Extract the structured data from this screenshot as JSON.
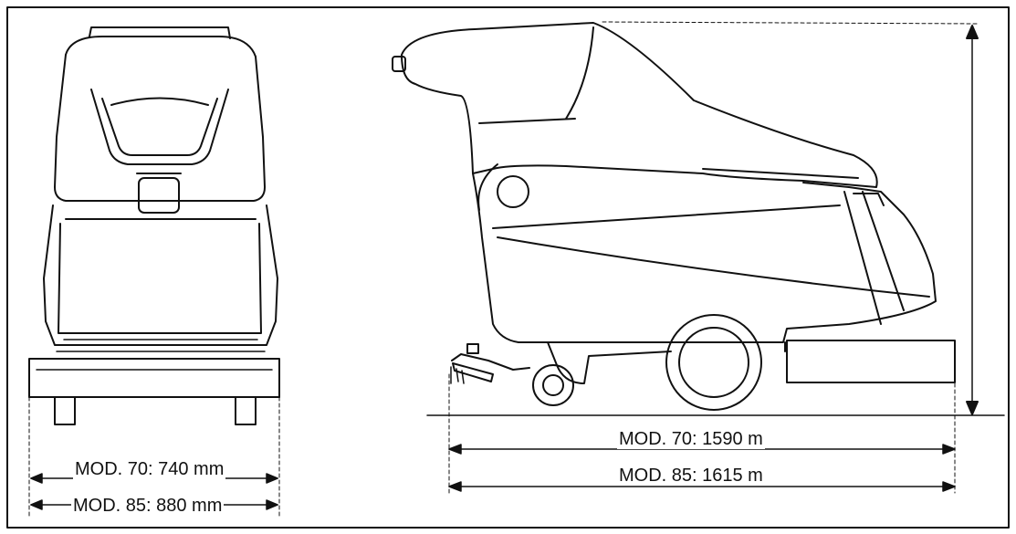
{
  "dimensions": {
    "front_width_mod70": "MOD. 70: 740 mm",
    "front_width_mod85": "MOD. 85: 880 mm",
    "side_length_mod70": "MOD. 70: 1590 m",
    "side_length_mod85": "MOD. 85: 1615 m"
  },
  "colors": {
    "line": "#111111",
    "background": "#ffffff"
  }
}
